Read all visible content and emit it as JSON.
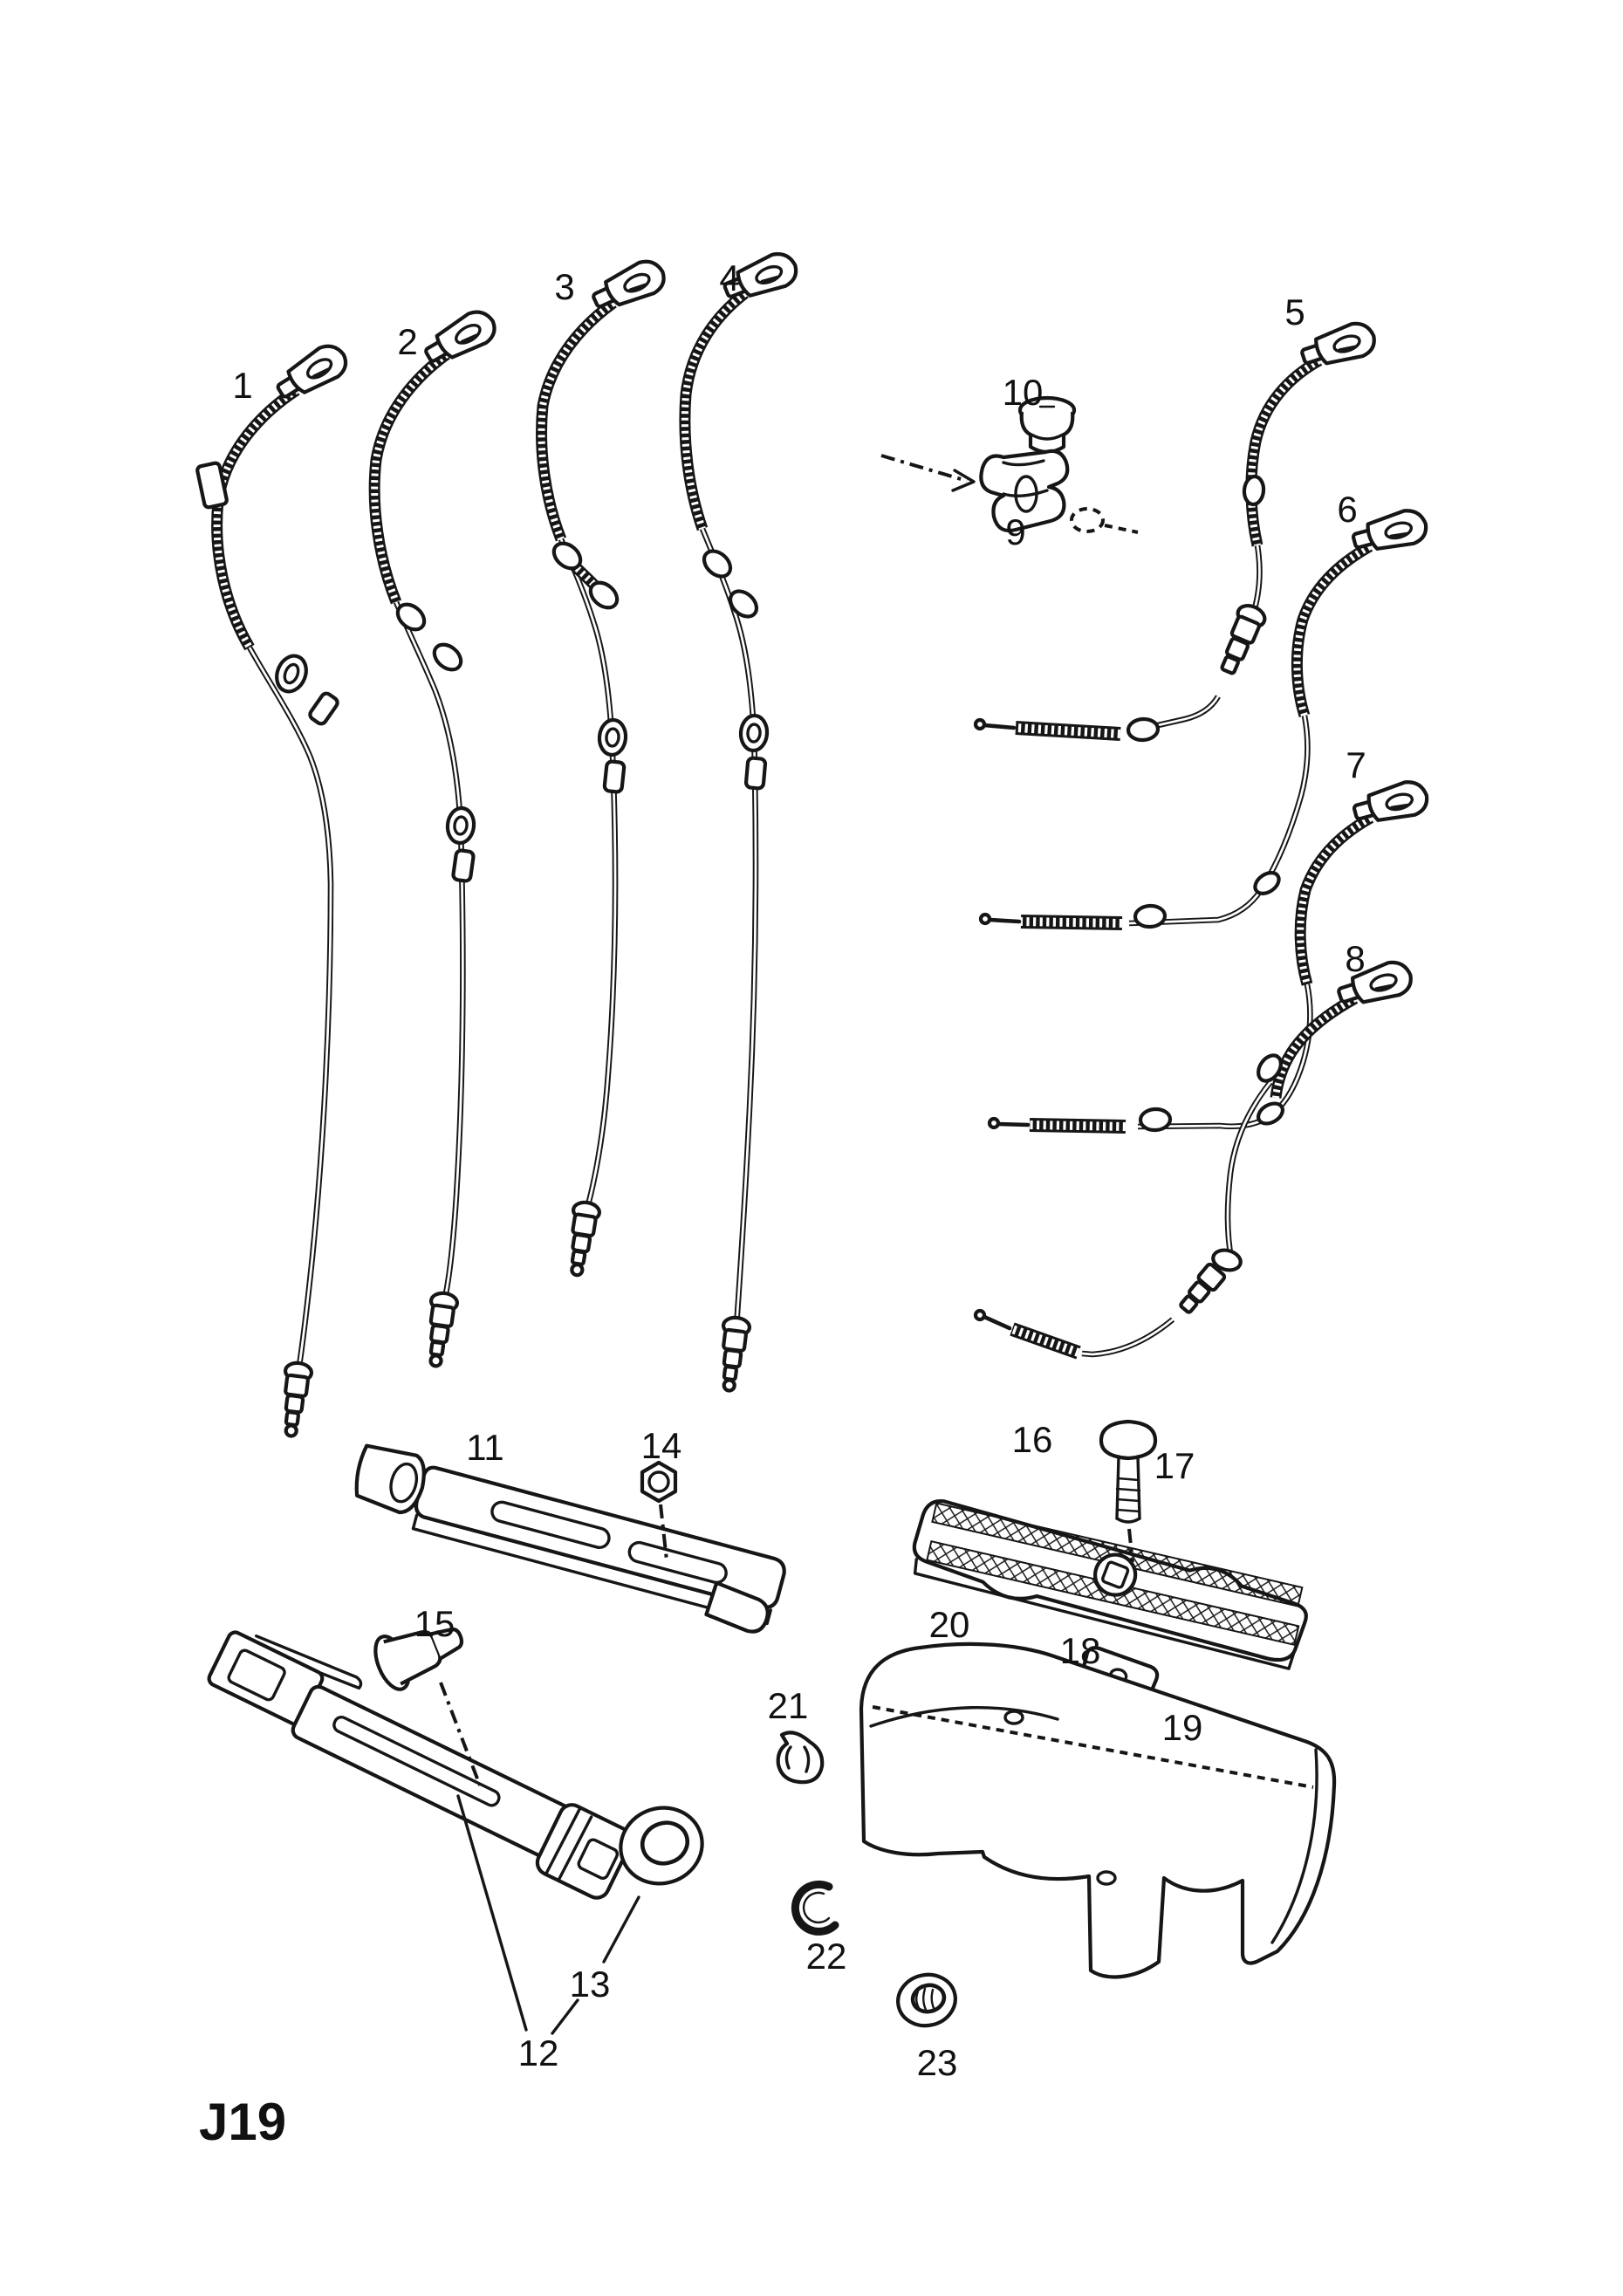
{
  "page": {
    "background": "#ffffff",
    "ink_color": "#161616"
  },
  "diagram": {
    "type": "exploded-parts-line-diagram",
    "figure_code": "J19",
    "part_labels": [
      {
        "num": "1"
      },
      {
        "num": "2"
      },
      {
        "num": "3"
      },
      {
        "num": "4"
      },
      {
        "num": "5"
      },
      {
        "num": "6"
      },
      {
        "num": "7"
      },
      {
        "num": "8"
      },
      {
        "num": "9"
      },
      {
        "num": "10"
      },
      {
        "num": "11"
      },
      {
        "num": "12"
      },
      {
        "num": "13"
      },
      {
        "num": "14"
      },
      {
        "num": "15"
      },
      {
        "num": "16"
      },
      {
        "num": "17"
      },
      {
        "num": "18"
      },
      {
        "num": "19"
      },
      {
        "num": "20"
      },
      {
        "num": "21"
      },
      {
        "num": "22"
      },
      {
        "num": "23"
      }
    ]
  }
}
